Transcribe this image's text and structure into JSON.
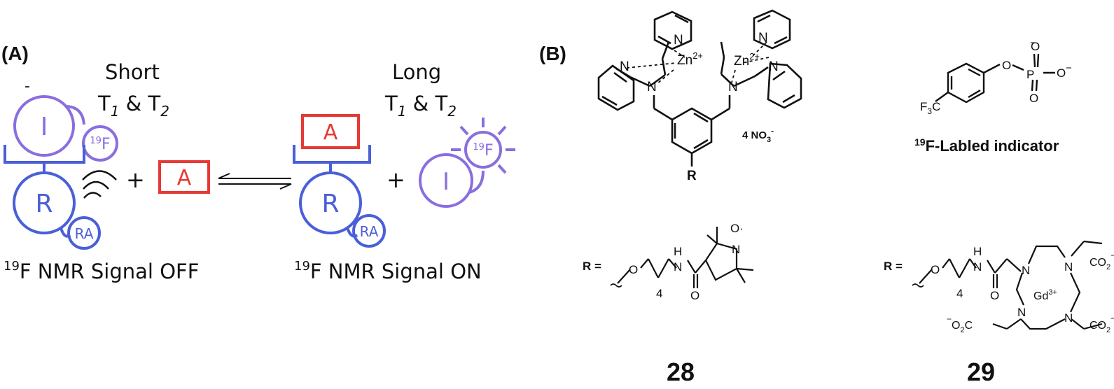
{
  "colors": {
    "blue": "#4a5fd8",
    "purple": "#8a6ee0",
    "red": "#e53935",
    "black": "#111111"
  },
  "panelA": {
    "label": "(A)",
    "minus": "-",
    "short_line1": "Short",
    "long_line1": "Long",
    "t_label": "T",
    "t_sub1": "1",
    "t_amp": " & T",
    "t_sub2": "2",
    "left_caption_sup": "19",
    "left_caption_rest": "F NMR Signal OFF",
    "right_caption_sup": "19",
    "right_caption_rest": "F NMR Signal ON",
    "node_I": "I",
    "node_R": "R",
    "node_RA": "RA",
    "node_A": "A",
    "f19_sup": "19",
    "f19_main": "F",
    "plus": "+"
  },
  "panelB": {
    "label": "(B)",
    "zn_main": "Zn",
    "zn_charge": "2+",
    "N": "N",
    "R": "R",
    "nitrate": "4 NO",
    "nitrate_sub": "3",
    "nitrate_sup": "-",
    "indicator_sup": "19",
    "indicator_rest": "F-Labled indicator",
    "cf3_f": "F",
    "cf3_sub": "3",
    "cf3_c": "C",
    "O": "O",
    "P": "P",
    "neg": "−",
    "r_eq": "R =",
    "H": "H",
    "n4": "4",
    "Odot": "O·",
    "gd": "Gd",
    "gd_charge": "3+",
    "co2": "CO",
    "co2_sub": "2",
    "o2c_pre": "−",
    "o2c": "O",
    "o2c_sub": "2",
    "o2c_c": "C",
    "compound_28": "28",
    "compound_29": "29"
  }
}
